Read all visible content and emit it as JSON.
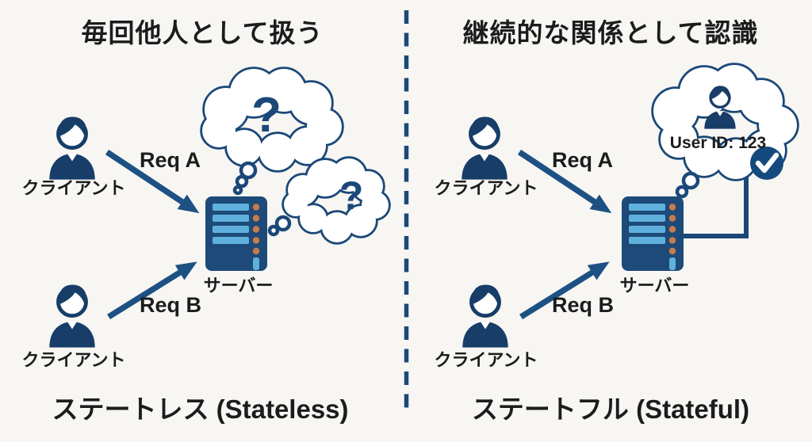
{
  "colors": {
    "bg": "#f7f6f3",
    "navy": "#1b4878",
    "arrow": "#1d5183",
    "person": "#173d68",
    "server-body": "#1d4a78",
    "server-bar": "#60b0de",
    "server-dot": "#c87c4b",
    "text": "#1c1c1e",
    "check-bg": "#154a7e"
  },
  "icons": {
    "person": "person-silhouette",
    "server": "server-rack",
    "thought-cloud": "cloud-outline",
    "check": "✓",
    "divider": "dashed-vertical-line"
  },
  "left": {
    "title": "毎回他人として扱う",
    "clients": [
      {
        "label": "クライアント"
      },
      {
        "label": "クライアント"
      }
    ],
    "requests": [
      {
        "label": "Req A"
      },
      {
        "label": "Req B"
      }
    ],
    "server_label": "サーバー",
    "thoughts": [
      {
        "text": "?"
      },
      {
        "text": "?"
      }
    ],
    "caption": "ステートレス (Stateless)"
  },
  "right": {
    "title": "継続的な関係として認識",
    "clients": [
      {
        "label": "クライアント"
      },
      {
        "label": "クライアント"
      }
    ],
    "requests": [
      {
        "label": "Req A"
      },
      {
        "label": "Req B"
      }
    ],
    "server_label": "サーバー",
    "thought": {
      "text": "User ID: 123"
    },
    "caption": "ステートフル (Stateful)"
  }
}
